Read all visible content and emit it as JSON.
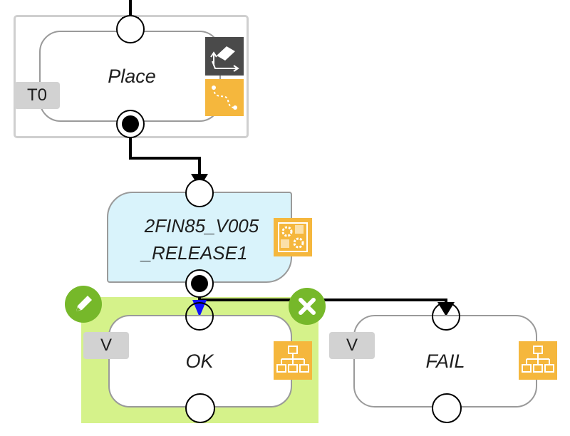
{
  "nodes": {
    "place": {
      "label": "Place",
      "tag": "T0"
    },
    "release": {
      "line1": "2FIN85_V005",
      "line2": "_RELEASE1"
    },
    "ok": {
      "label": "OK",
      "tag": "V"
    },
    "fail": {
      "label": "FAIL",
      "tag": "V"
    }
  },
  "icons": {
    "place_top": "move-tool-icon",
    "place_bottom": "path-icon",
    "release": "gears-icon",
    "ok": "hierarchy-icon",
    "fail": "hierarchy-icon",
    "edit": "pencil-icon",
    "delete": "close-icon"
  },
  "colors": {
    "accent_green": "#76b82a",
    "selection_fill": "#d5f28a",
    "release_fill": "#d9f3fb",
    "icon_orange": "#f5b73d",
    "icon_dark": "#4a4a4a",
    "active_arrow": "#0000ff"
  }
}
